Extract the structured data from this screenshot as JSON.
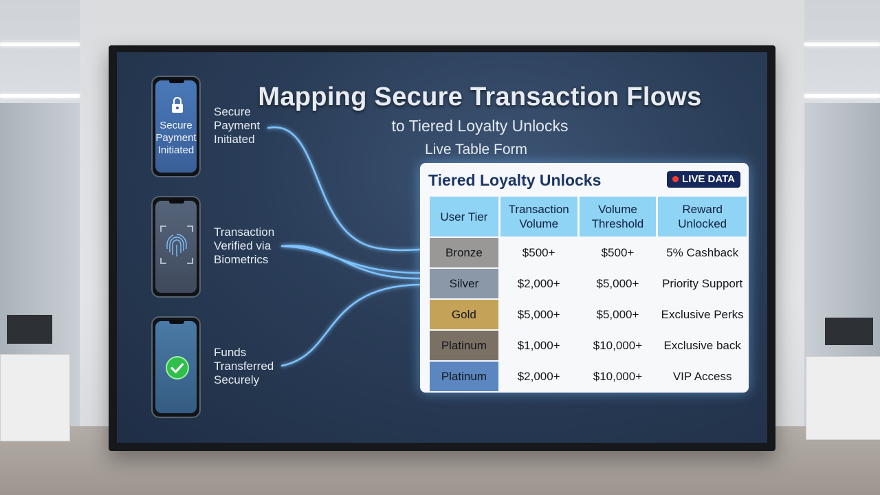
{
  "title": "Mapping Secure Transaction Flows",
  "subtitle": "to Tiered Loyalty Unlocks",
  "phones": [
    {
      "screen_text": "Secure Payment Initiated",
      "icon": "lock-icon"
    },
    {
      "screen_text": "",
      "icon": "fingerprint-icon"
    },
    {
      "screen_text": "",
      "icon": "check-circle-icon"
    }
  ],
  "steps": [
    {
      "label": "Secure Payment Initiated"
    },
    {
      "label": "Transaction Verified via Biometrics"
    },
    {
      "label": "Funds Transferred Securely"
    }
  ],
  "table_form_label": "Live Table Form",
  "card": {
    "title": "Tiered Loyalty Unlocks",
    "badge": "LIVE DATA"
  },
  "table": {
    "headers": [
      "User Tier",
      "Transaction Volume",
      "Volume Threshold",
      "Reward Unlocked"
    ],
    "rows": [
      {
        "tier": "Bronze",
        "volume": "$500+",
        "threshold": "$500+",
        "reward": "5% Cashback",
        "tier_color": "#9a9896"
      },
      {
        "tier": "Silver",
        "volume": "$2,000+",
        "threshold": "$5,000+",
        "reward": "Priority Support",
        "tier_color": "#8a98a8"
      },
      {
        "tier": "Gold",
        "volume": "$5,000+",
        "threshold": "$5,000+",
        "reward": "Exclusive Perks",
        "tier_color": "#c4a257"
      },
      {
        "tier": "Platinum",
        "volume": "$1,000+",
        "threshold": "$10,000+",
        "reward": "Exclusive back",
        "tier_color": "#7a7064"
      },
      {
        "tier": "Platinum",
        "volume": "$2,000+",
        "threshold": "$10,000+",
        "reward": "VIP Access",
        "tier_color": "#5b86c0"
      }
    ]
  },
  "colors": {
    "screen_bg": "#2a3d58",
    "flow_line": "#7fc4ff",
    "header_cell": "#8fd3f5",
    "reward_text": "#20922e",
    "badge_bg": "#16285a",
    "live_dot": "#ff3b30",
    "check_green": "#2fbf4a"
  }
}
